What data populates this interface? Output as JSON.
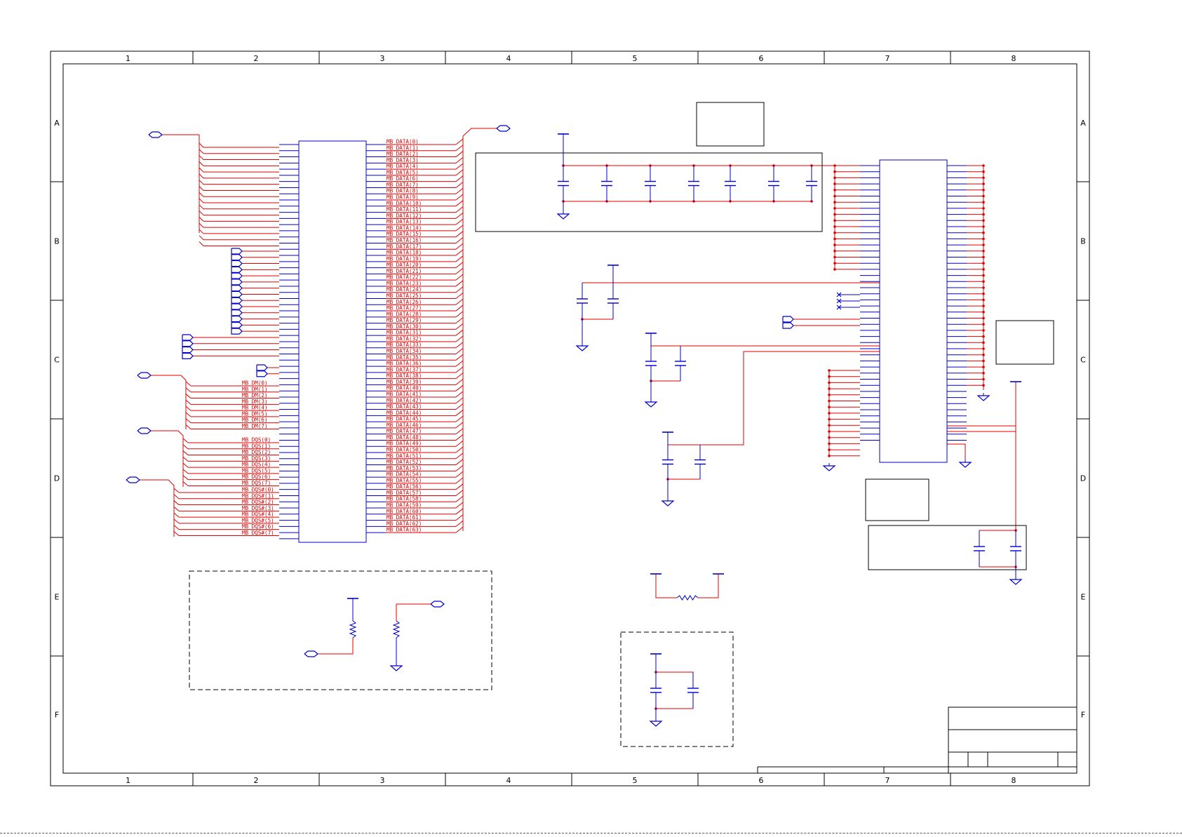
{
  "frame": {
    "columns": [
      "1",
      "2",
      "3",
      "4",
      "5",
      "6",
      "7",
      "8"
    ],
    "rows": [
      "A",
      "B",
      "C",
      "D",
      "E",
      "F"
    ]
  },
  "nets": {
    "data_prefix": "MB_DATA",
    "data_count": 64,
    "dm_prefix": "MB_DM",
    "dm_count": 8,
    "dqs_prefix": "MB_DQS",
    "dqs_count": 8,
    "dqsn_prefix": "MB_DQS#",
    "dqsn_count": 8
  },
  "colors": {
    "wire": "#e00000",
    "component": "#0000cc",
    "frame": "#000000"
  }
}
